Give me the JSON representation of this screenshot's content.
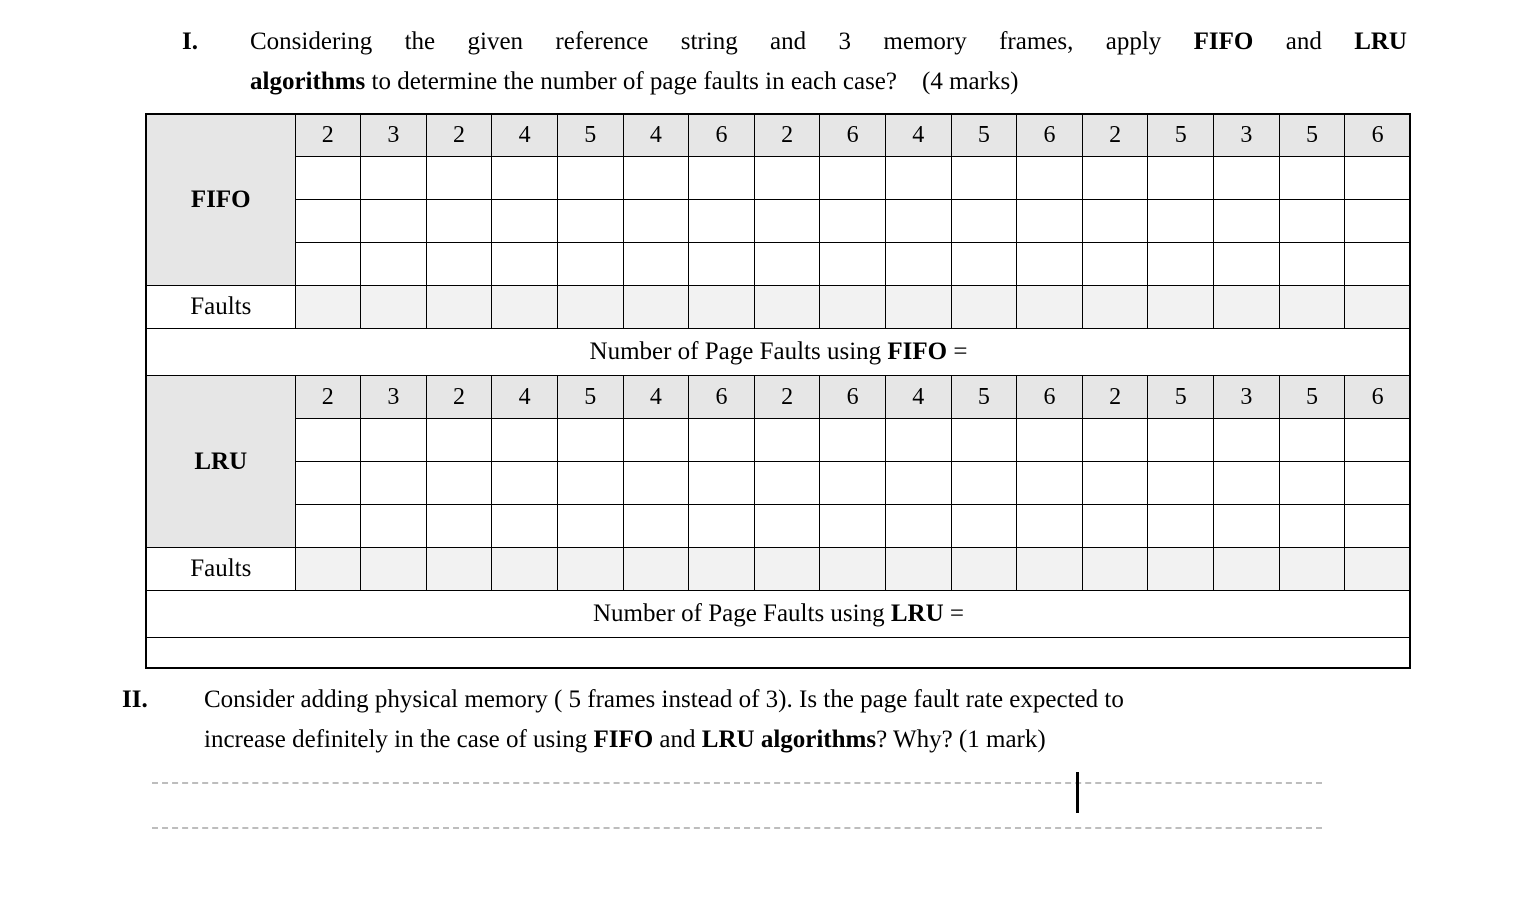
{
  "document": {
    "questions": [
      {
        "marker": "I.",
        "line1_part1": "Considering the given reference string and 3 memory frames, apply ",
        "line1_bold1": "FIFO",
        "line1_part2": " and ",
        "line1_bold2": "LRU",
        "line2_bold": "algorithms",
        "line2_text": " to determine the number of page faults in each case?",
        "line2_marks": "(4 marks)"
      },
      {
        "marker": "II.",
        "line1": "Consider adding physical memory ( 5 frames instead of 3).  Is the page fault rate expected to",
        "line2_part1": "increase definitely in the case of using ",
        "line2_bold1": "FIFO",
        "line2_part2": " and ",
        "line2_bold2": "LRU algorithms",
        "line2_part3": "? Why? (1 mark)"
      }
    ]
  },
  "table": {
    "reference_string": [
      "2",
      "3",
      "2",
      "4",
      "5",
      "4",
      "6",
      "2",
      "6",
      "4",
      "5",
      "6",
      "2",
      "5",
      "3",
      "5",
      "6"
    ],
    "frame_count": 3,
    "sections": [
      {
        "algorithm_label": "FIFO",
        "faults_label": "Faults",
        "summary_prefix": "Number of Page Faults  using ",
        "summary_bold": "FIFO",
        "summary_suffix": " ="
      },
      {
        "algorithm_label": "LRU",
        "faults_label": "Faults",
        "summary_prefix": "Number of Page Faults  using ",
        "summary_bold": "LRU",
        "summary_suffix": " ="
      }
    ]
  },
  "answer_area": {
    "line_count": 2,
    "cursor_visible": true
  },
  "colors": {
    "header_fill": "#e6e6e6",
    "faults_fill": "#f2f2f2",
    "border": "#000000",
    "dashed_line": "#bdbdbd",
    "page_background": "#ffffff"
  }
}
